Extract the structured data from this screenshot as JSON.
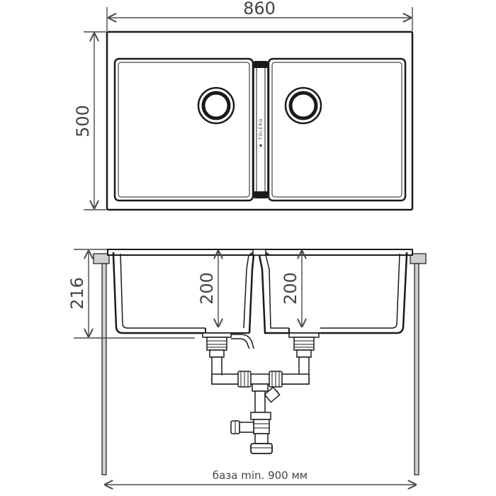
{
  "dimensions": {
    "width": "860",
    "depth": "500",
    "overall_height": "216",
    "left_bowl_depth": "200",
    "right_bowl_depth": "200",
    "base_min": "база min. 900 мм"
  },
  "brand": {
    "logo_text": "TOLERO"
  },
  "colors": {
    "line": "#1a1a1a",
    "dim_line": "#4a4a4a",
    "fill_part": "#ffffff",
    "countertop": "#cfcfcf"
  }
}
